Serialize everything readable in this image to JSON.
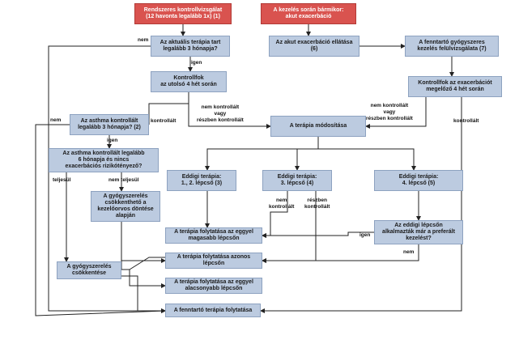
{
  "boxes": {
    "b1": [
      "Rendszeres kontrollvizsgálat",
      "(12 havonta legalább 1x) (1)"
    ],
    "b2": [
      "A kezelés során bármikor:",
      "akut exacerbáció"
    ],
    "b3": [
      "Az aktuális terápia tart",
      "legalább 3 hónapja?"
    ],
    "b4": [
      "Az akut exacerbáció ellátása",
      "(6)"
    ],
    "b5": [
      "A fenntartó gyógyszeres",
      "kezelés felülvizsgálata (7)"
    ],
    "b6": [
      "Kontrollfok",
      "az utolsó 4 hét során"
    ],
    "b7": [
      "Kontrollfok az exacerbációt",
      "megelőző 4 hét során"
    ],
    "b8": [
      "Az asthma kontrollált",
      "legalább 3 hónapja? (2)"
    ],
    "b9": [
      "A terápia módosítása"
    ],
    "b10": [
      "Az asthma kontrollált legalább",
      "6 hónapja és nincs",
      "exacerbációs rizikótényező?"
    ],
    "b11": [
      "Eddigi terápia:",
      "1., 2. lépcső (3)"
    ],
    "b12": [
      "Eddigi terápia:",
      "3. lépcső (4)"
    ],
    "b13": [
      "Eddigi terápia:",
      "4. lépcső (5)"
    ],
    "b14": [
      "A gyógyszerelés",
      "csökkenthető a",
      "kezelőorvos döntése",
      "alapján"
    ],
    "b15": [
      "Az eddigi lépcsőn",
      "alkalmazták már a preferált",
      "kezelést?"
    ],
    "b16": [
      "A terápia folytatása az eggyel",
      "magasabb lépcsőn"
    ],
    "b17": [
      "A terápia folytatása azonos",
      "lépcsőn"
    ],
    "b18": [
      "A gyógyszerelés",
      "csökkentése"
    ],
    "b19": [
      "A terápia folytatása az eggyel",
      "alacsonyabb lépcsőn"
    ],
    "b20": [
      "A fenntartó terápia folytatása"
    ]
  },
  "labels": {
    "nem1": [
      "nem"
    ],
    "igen1": [
      "igen"
    ],
    "nk_left": [
      "nem kontrollált",
      "vagy",
      "részben kontrollált"
    ],
    "nk_right": [
      "nem kontrollált",
      "vagy",
      "részben kontrollált"
    ],
    "nem2": [
      "nem"
    ],
    "kontrollalt1": [
      "kontrollált"
    ],
    "kontrollalt2": [
      "kontrollált"
    ],
    "igen2": [
      "igen"
    ],
    "teljesul": [
      "teljesül"
    ],
    "nem_teljesul": [
      "nem teljesül"
    ],
    "nem_kontr": [
      "nem",
      "kontrollált"
    ],
    "reszben_kontr": [
      "részben",
      "kontrollált"
    ],
    "igen3": [
      "igen"
    ],
    "nem3": [
      "nem"
    ]
  },
  "colors": {
    "box_fill": "#bccbe0",
    "box_border": "#8da2c0",
    "start_fill": "#d9534f",
    "line": "#222222"
  }
}
